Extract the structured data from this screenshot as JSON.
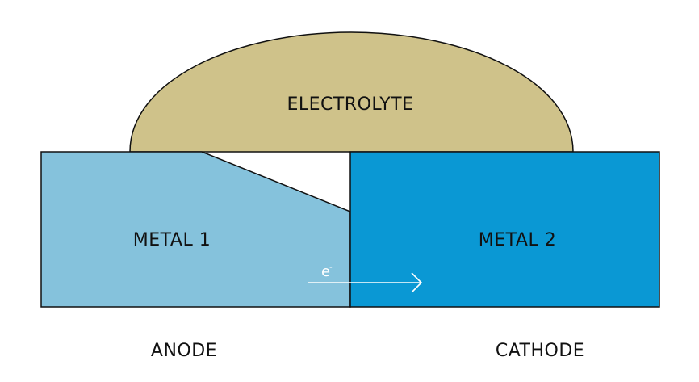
{
  "labels": {
    "electrolyte": "ELECTROLYTE",
    "metal1": "METAL 1",
    "metal2": "METAL 2",
    "anode": "ANODE",
    "cathode": "CATHODE",
    "electron_symbol": "e",
    "electron_charge": "-"
  },
  "colors": {
    "electrolyte_fill": "#cfc28a",
    "metal1_fill": "#85c2dc",
    "metal2_fill": "#0a98d4",
    "outline": "#111111",
    "arrow": "#ffffff"
  }
}
